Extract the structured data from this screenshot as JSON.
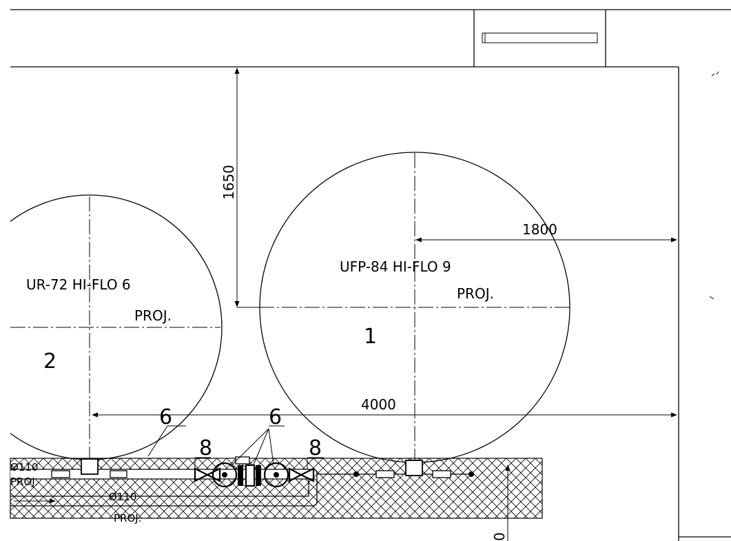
{
  "tanks": [
    {
      "name": "UR-72 HI-FLO 6",
      "note": "PROJ.",
      "number": "2"
    },
    {
      "name": "UFP-84 HI-FLO 9",
      "note": "PROJ.",
      "number": "1"
    }
  ],
  "dimensions": {
    "vertical_gap": "1650",
    "radius": "1800",
    "spacing": "4000",
    "bottom_cut": "0"
  },
  "callouts": {
    "pipe_label_left": "6",
    "pipe_label_mid": "6",
    "valve_label_left": "8",
    "valve_label_right": "8"
  },
  "pipes": {
    "left_pipe_size": "Ø110",
    "left_pipe_note": "PROJ.",
    "mid_pipe_size": "Ø110",
    "mid_pipe_note": "PROJ."
  }
}
